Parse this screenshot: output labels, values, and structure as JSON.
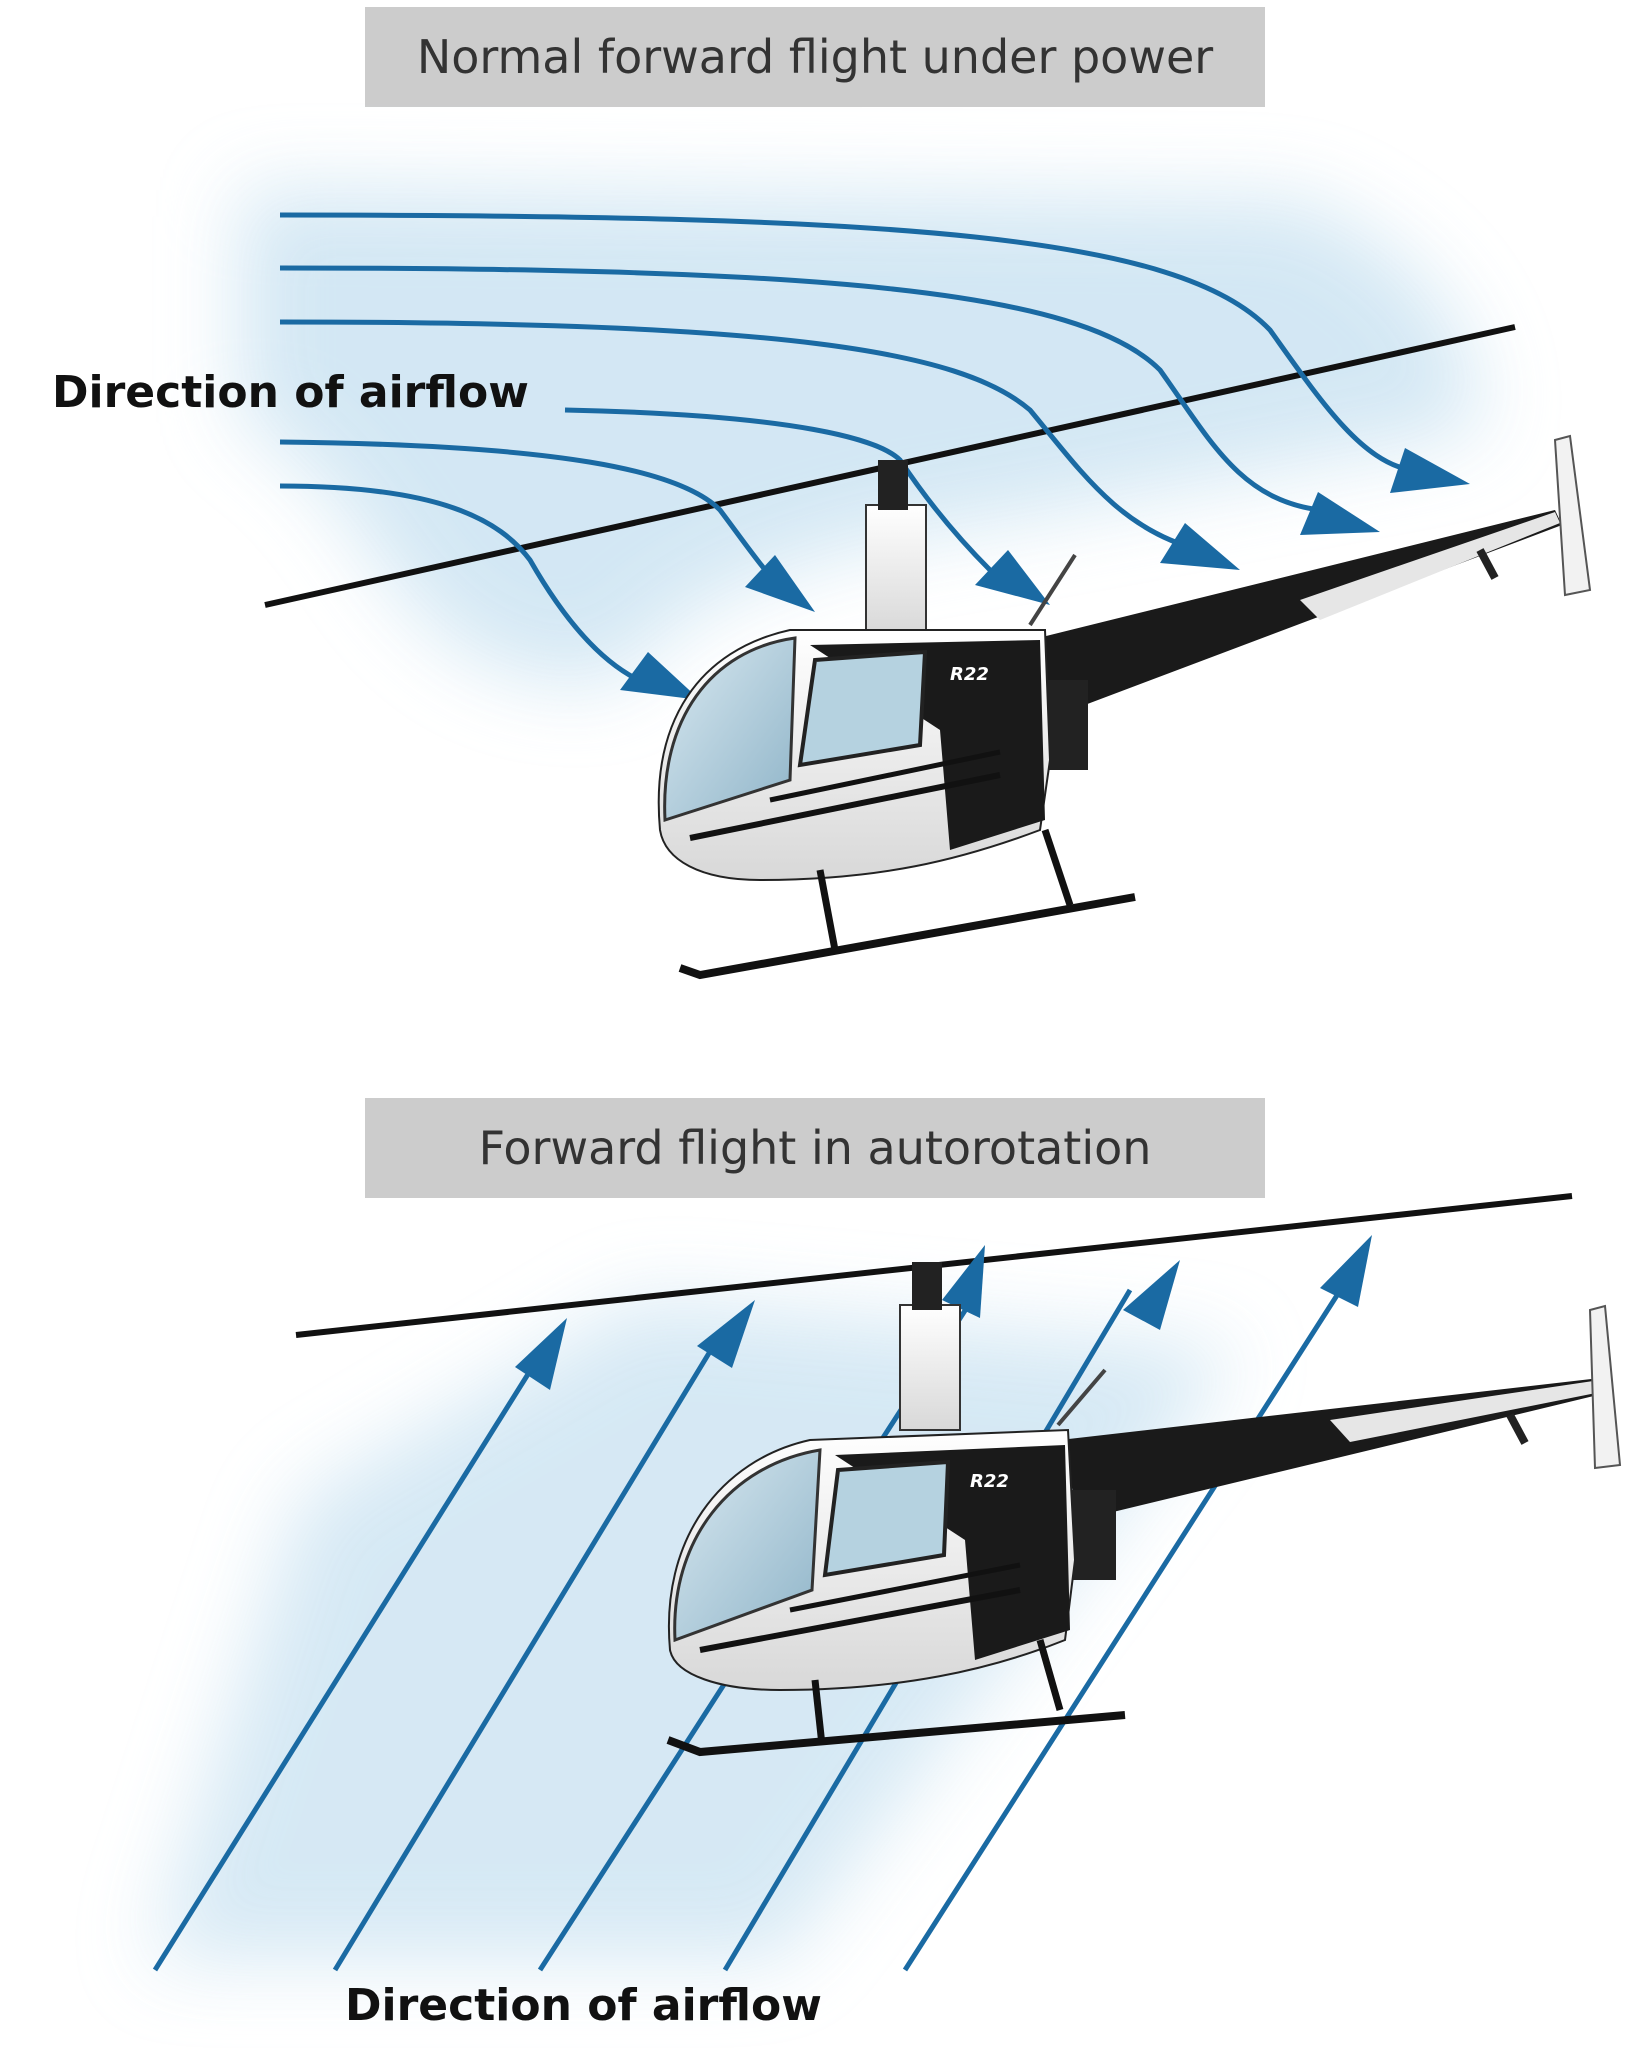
{
  "panels": [
    {
      "title": "Normal forward flight under power",
      "airflow_label": "Direction of airflow",
      "model_marking": "R22"
    },
    {
      "title": "Forward flight in autorotation",
      "airflow_label": "Direction of airflow",
      "model_marking": "R22"
    }
  ],
  "colors": {
    "airflow": "#1a6aa3",
    "airflow_glow": "#cde4f2",
    "banner": "#cccccc",
    "rotor": "#111111",
    "fuselage_dark": "#1a1a1a",
    "canopy": "#a9c9d9"
  }
}
